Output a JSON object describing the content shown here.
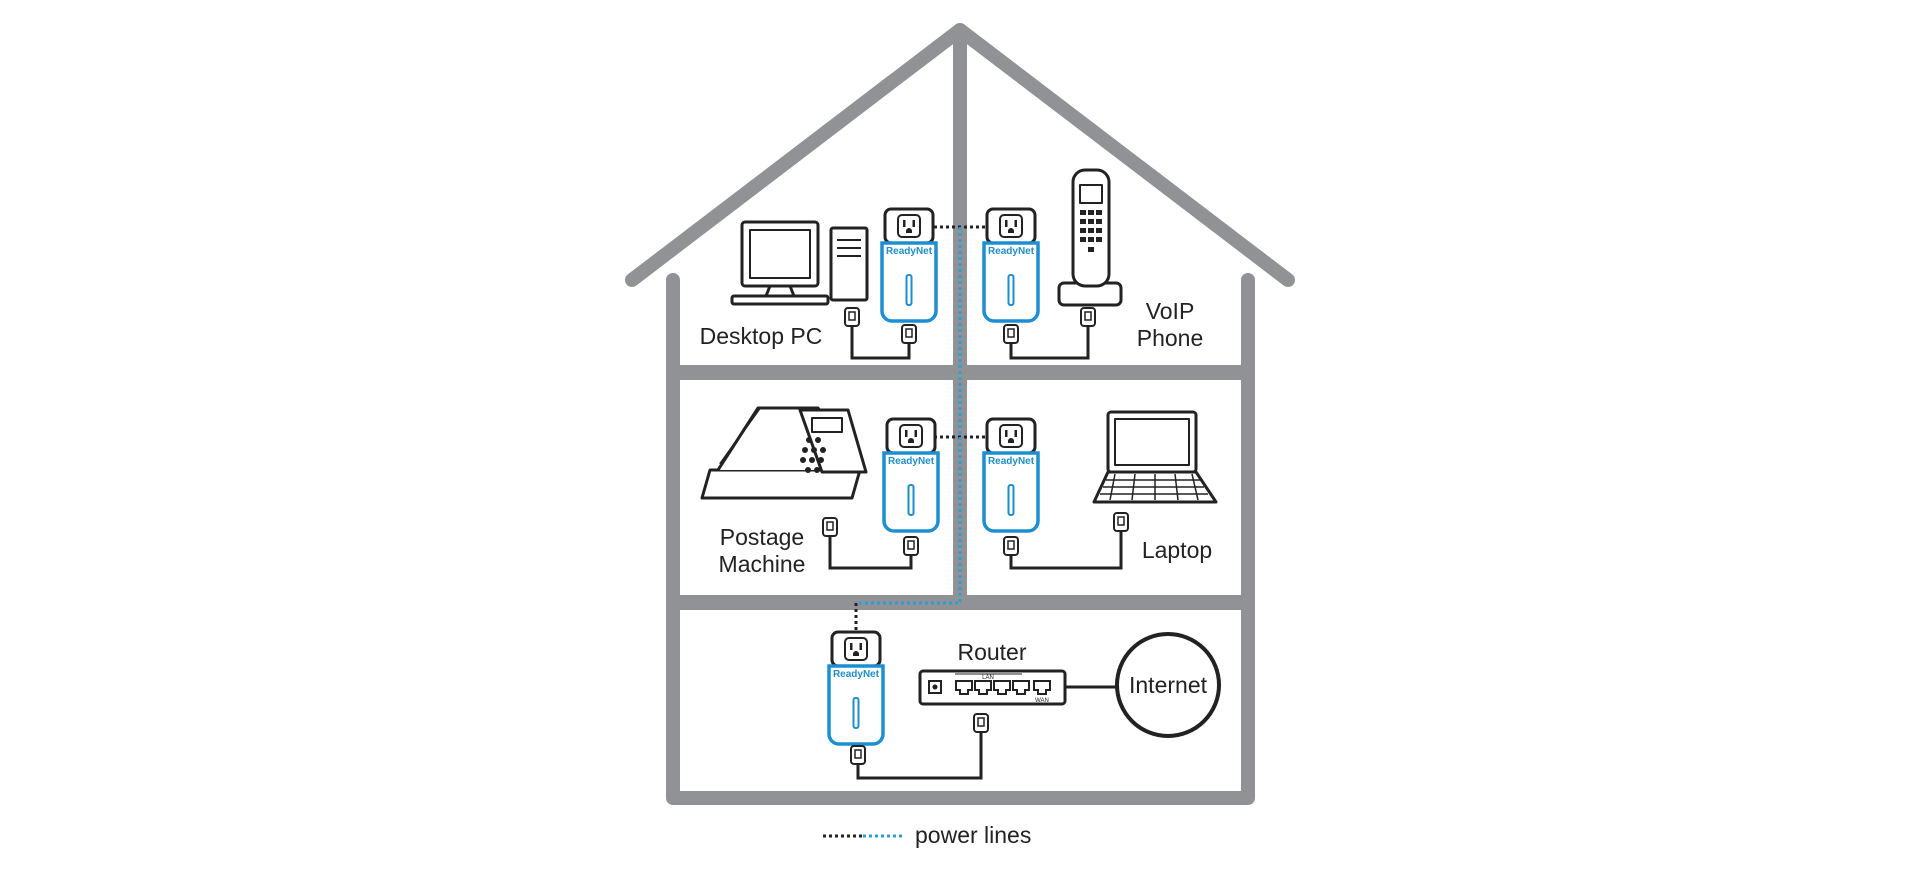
{
  "labels": {
    "desktop_pc": "Desktop PC",
    "voip_line1": "VoIP",
    "voip_line2": "Phone",
    "postage_line1": "Postage",
    "postage_line2": "Machine",
    "laptop": "Laptop",
    "router": "Router",
    "internet": "Internet",
    "router_lan": "LAN",
    "router_wan": "WAN"
  },
  "adapter_brand": "ReadyNet",
  "legend": {
    "label": "power lines"
  },
  "colors": {
    "house": "#909295",
    "adapter_blue": "#1b8fd1",
    "power_line_black": "#222222",
    "power_line_blue": "#2a9fd8"
  }
}
